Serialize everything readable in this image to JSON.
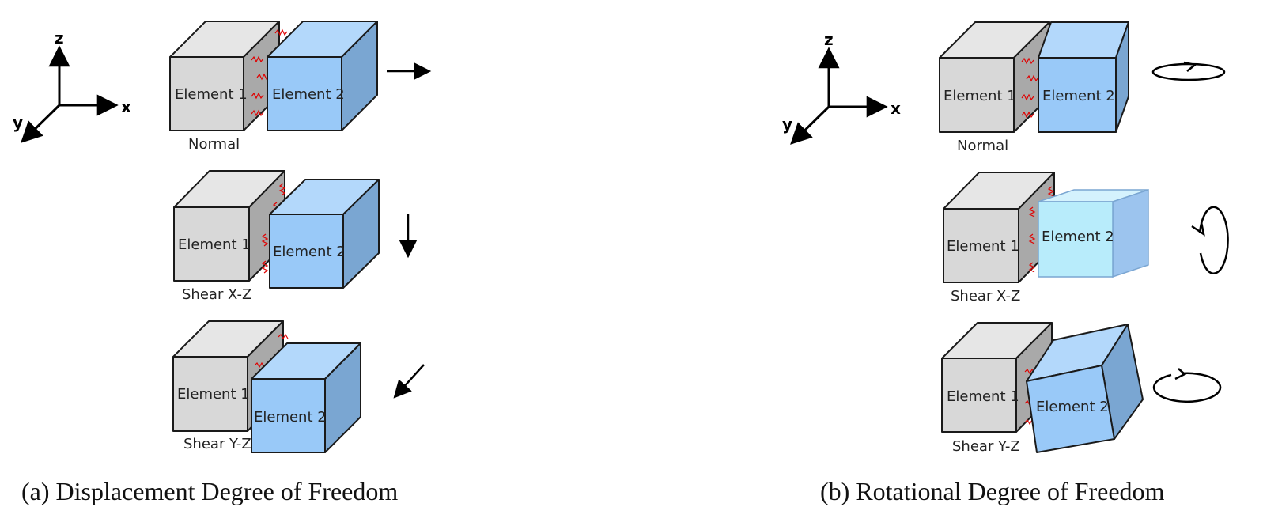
{
  "axes": {
    "z": "z",
    "x": "x",
    "y": "y"
  },
  "element1_label": "Element 1",
  "element2_label": "Element 2",
  "panel_a": {
    "caption": "(a) Displacement Degree of Freedom",
    "modes": [
      "Normal",
      "Shear X-Z",
      "Shear Y-Z"
    ]
  },
  "panel_b": {
    "caption": "(b) Rotational Degree of Freedom",
    "modes": [
      "Normal",
      "Shear X-Z",
      "Shear Y-Z"
    ]
  },
  "colors": {
    "element1_front": "#d8d8d8",
    "element1_top": "#e6e6e6",
    "element1_side": "#a9a9a9",
    "element2_front": "#99c9f8",
    "element2_top": "#b3d8fb",
    "element2_side": "#7aa6d2",
    "element2_light_front": "#b8ecfb",
    "element2_light_side": "#9cc4ee",
    "spring": "#e00000"
  }
}
